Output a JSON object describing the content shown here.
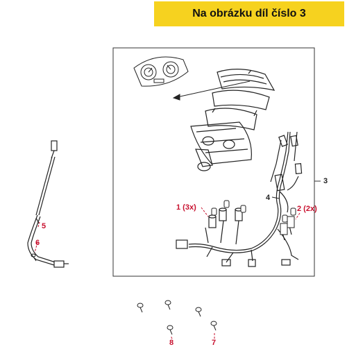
{
  "banner": {
    "text": "Na obrázku díl číslo 3"
  },
  "colors": {
    "banner_bg": "#f6d21f",
    "callout_red": "#c8102e",
    "line_art": "#222222"
  },
  "callouts": [
    {
      "id": "1",
      "text": "1 (3x)",
      "color": "red"
    },
    {
      "id": "2",
      "text": "2 (2x)",
      "color": "red"
    },
    {
      "id": "3",
      "text": "3",
      "color": "black"
    },
    {
      "id": "4",
      "text": "4",
      "color": "black"
    },
    {
      "id": "5",
      "text": "5",
      "color": "red"
    },
    {
      "id": "6",
      "text": "6",
      "color": "red"
    },
    {
      "id": "7",
      "text": "7",
      "color": "red"
    },
    {
      "id": "8",
      "text": "8",
      "color": "red"
    }
  ]
}
